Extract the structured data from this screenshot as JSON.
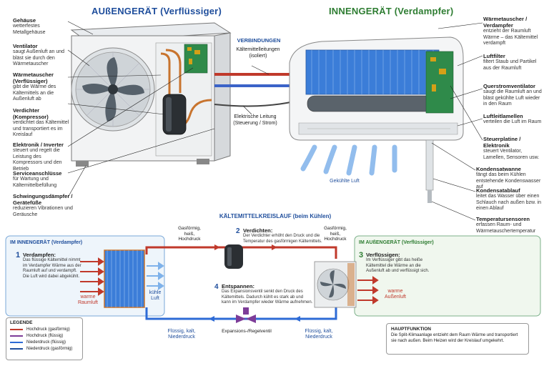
{
  "colors": {
    "blue_heading": "#1f4e9c",
    "green_heading": "#2e7d32",
    "high_gas": "#c0392b",
    "high_liquid": "#7d3c98",
    "low_liquid": "#2e6bd6",
    "low_gas": "#1f4e9c"
  },
  "headers": {
    "outdoor": "AUßENGERÄT (Verflüssiger)",
    "indoor": "INNENGERÄT (Verdampfer)"
  },
  "left_labels": [
    {
      "title": "Gehäuse",
      "desc": "wetterfestes Metallgehäuse"
    },
    {
      "title": "Ventilator",
      "desc": "saugt Außenluft an und bläst sie durch den Wärmetauscher"
    },
    {
      "title": "Wärmetauscher (Verflüssiger)",
      "desc": "gibt die Wärme des Kältemittels an die Außenluft ab"
    },
    {
      "title": "Verdichter (Kompressor)",
      "desc": "verdichtet das Kältemittel und transportiert es im Kreislauf"
    },
    {
      "title": "Elektronik / Inverter",
      "desc": "steuert und regelt die Leistung des Kompressors und den Betrieb"
    },
    {
      "title": "Serviceanschlüsse",
      "desc": "für Wartung und Kältemittelbefüllung"
    },
    {
      "title": "Schwingungsdämpfer / Gerätefüße",
      "desc": "reduzieren Vibrationen und Geräusche"
    }
  ],
  "right_labels": [
    {
      "title": "Wärmetauscher / Verdampfer",
      "desc": "entzieht der Raumluft Wärme – das Kältemittel verdampft"
    },
    {
      "title": "Luftfilter",
      "desc": "filtert Staub und Partikel aus der Raumluft"
    },
    {
      "title": "Querstromventilator",
      "desc": "saugt die Raumluft an und bläst gekühlte Luft wieder in den Raum"
    },
    {
      "title": "Luftleitlamellen",
      "desc": "verteilen die Luft im Raum"
    },
    {
      "title": "Steuerplatine / Elektronik",
      "desc": "steuert Ventilator, Lamellen, Sensoren usw."
    },
    {
      "title": "Kondensatwanne",
      "desc": "fängt das beim Kühlen entstehende Kondenswasser auf"
    },
    {
      "title": "Kondensatablauf",
      "desc": "leitet das Wasser über einen Schlauch nach außen bzw. in einen Ablauf"
    },
    {
      "title": "Temperatursensoren",
      "desc": "erfassen Raum- und Wärmetauschertemperatur"
    }
  ],
  "connections": {
    "title": "VERBINDUNGEN",
    "pipes": "Kältemittelleitungen (isoliert)",
    "cable": "Elektrische Leitung (Steuerung / Strom)"
  },
  "cooled_air": "Gekühlte Luft",
  "cycle": {
    "title": "KÄLTEMITTELKREISLAUF (beim Kühlen)",
    "indoor_box_title": "IM INNENGERÄT (Verdampfer)",
    "outdoor_box_title": "IM AUßENGERÄT (Verflüssiger)",
    "step1_title": "Verdampfen:",
    "step1_desc": "Das flüssige Kältemittel nimmt im Verdampfer Wärme aus der Raumluft auf und verdampft. Die Luft wird dabei abgekühlt.",
    "step2_title": "Verdichten:",
    "step2_desc": "Der Verdichter erhöht den Druck und die Temperatur des gasförmigen Kältemittels.",
    "step3_title": "Verflüssigen:",
    "step3_desc": "Im Verflüssiger gibt das heiße Kältemittel die Wärme an die Außenluft ab und verflüssigt sich.",
    "step4_title": "Entspannen:",
    "step4_desc": "Das Expansionsventil senkt den Druck des Kältemittels. Dadurch kühlt es stark ab und kann im Verdampfer wieder Wärme aufnehmen.",
    "gas_hot_left": "Gasförmig, heiß, Hochdruck",
    "gas_hot_right": "Gasförmig, heiß, Hochdruck",
    "liquid_cold_left": "Flüssig, kalt, Niederdruck",
    "liquid_cold_right": "Flüssig, kalt, Niederdruck",
    "warm_room_air": "warme Raumluft",
    "cool_air": "kühle Luft",
    "warm_outside_air": "warme Außenluft",
    "expansion_valve": "Expansions-/Regelventil"
  },
  "legend": {
    "title": "LEGENDE",
    "items": [
      "Hochdruck (gasförmig)",
      "Hochdruck (flüssig)",
      "Niederdruck (flüssig)",
      "Niederdruck (gasförmig)"
    ]
  },
  "main_function": {
    "title": "HAUPTFUNKTION",
    "desc": "Die Split-Klimaanlage entzieht dem Raum Wärme und transportiert sie nach außen. Beim Heizen wird der Kreislauf umgekehrt."
  }
}
